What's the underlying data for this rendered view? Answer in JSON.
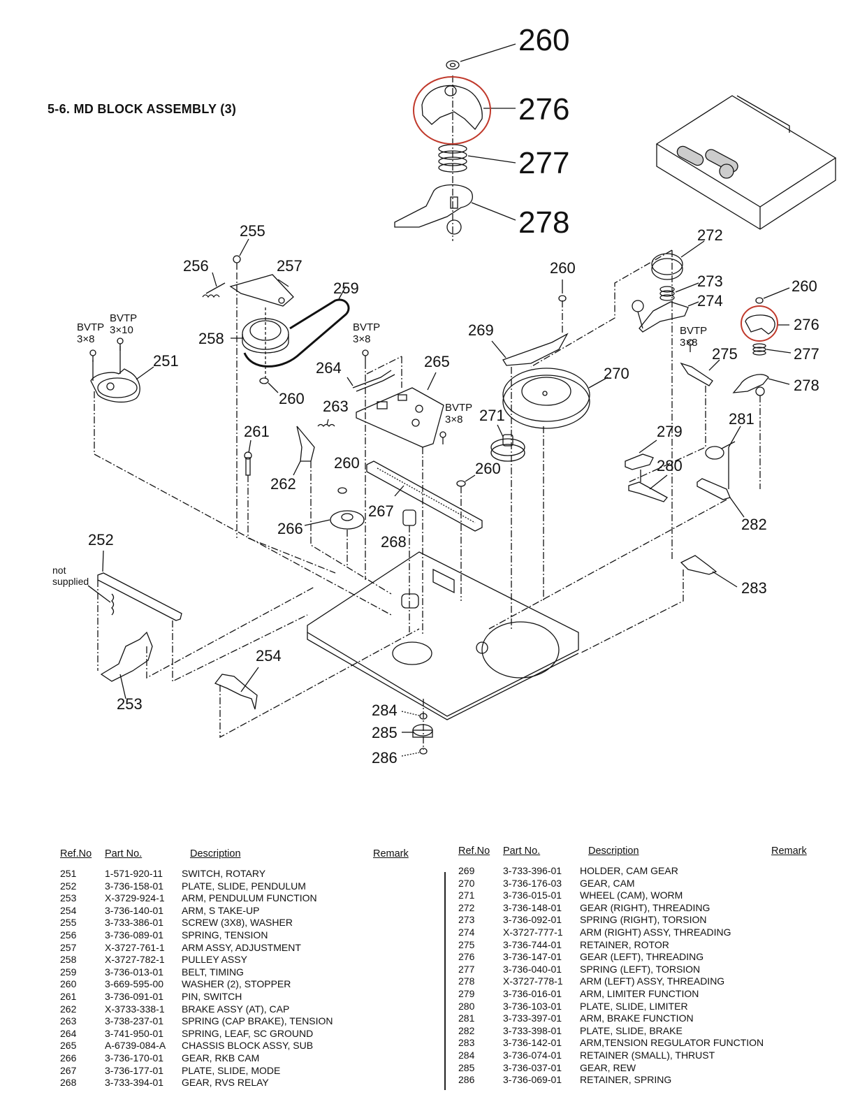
{
  "page": {
    "section_title": "5-6.  MD BLOCK ASSEMBLY (3)",
    "highlight_color": "#c0392b",
    "highlighted_part": "276"
  },
  "diagram": {
    "inset_labels": [
      "260",
      "276",
      "277",
      "278"
    ],
    "labels": {
      "251": "251",
      "252": "252",
      "253": "253",
      "254": "254",
      "255": "255",
      "256": "256",
      "257": "257",
      "258": "258",
      "259": "259",
      "260a": "260",
      "260b": "260",
      "260c": "260",
      "260d": "260",
      "260e": "260",
      "261": "261",
      "262": "262",
      "263": "263",
      "264": "264",
      "265": "265",
      "266": "266",
      "267": "267",
      "268": "268",
      "269": "269",
      "270": "270",
      "271": "271",
      "272": "272",
      "273": "273",
      "274": "274",
      "275": "275",
      "276": "276",
      "277": "277",
      "278": "278",
      "279": "279",
      "280": "280",
      "281": "281",
      "282": "282",
      "283": "283",
      "284": "284",
      "285": "285",
      "286": "286"
    },
    "screws": [
      {
        "type": "BVTP",
        "size": "3×8"
      },
      {
        "type": "BVTP",
        "size": "3×10"
      },
      {
        "type": "BVTP",
        "size": "3×8"
      },
      {
        "type": "BVTP",
        "size": "3×8"
      },
      {
        "type": "BVTP",
        "size": "3×8"
      }
    ],
    "not_supplied_note": "not\nsupplied"
  },
  "table": {
    "headers": {
      "ref": "Ref.No",
      "part": "Part No.",
      "desc": "Description",
      "remark": "Remark"
    },
    "left": [
      {
        "ref": "251",
        "part": "1-571-920-11",
        "desc": "SWITCH, ROTARY"
      },
      {
        "ref": "252",
        "part": "3-736-158-01",
        "desc": "PLATE, SLIDE, PENDULUM"
      },
      {
        "ref": "253",
        "part": "X-3729-924-1",
        "desc": "ARM, PENDULUM FUNCTION"
      },
      {
        "ref": "254",
        "part": "3-736-140-01",
        "desc": "ARM, S TAKE-UP"
      },
      {
        "ref": "255",
        "part": "3-733-386-01",
        "desc": "SCREW (3X8), WASHER"
      },
      {
        "ref": "256",
        "part": "3-736-089-01",
        "desc": "SPRING, TENSION"
      },
      {
        "ref": "257",
        "part": "X-3727-761-1",
        "desc": "ARM ASSY, ADJUSTMENT"
      },
      {
        "ref": "258",
        "part": "X-3727-782-1",
        "desc": "PULLEY ASSY"
      },
      {
        "ref": "259",
        "part": "3-736-013-01",
        "desc": "BELT, TIMING"
      },
      {
        "ref": "260",
        "part": "3-669-595-00",
        "desc": "WASHER (2), STOPPER"
      },
      {
        "ref": "261",
        "part": "3-736-091-01",
        "desc": "PIN, SWITCH"
      },
      {
        "ref": "262",
        "part": "X-3733-338-1",
        "desc": "BRAKE ASSY (AT), CAP"
      },
      {
        "ref": "263",
        "part": "3-738-237-01",
        "desc": "SPRING (CAP BRAKE), TENSION"
      },
      {
        "ref": "264",
        "part": "3-741-950-01",
        "desc": "SPRING, LEAF, SC GROUND"
      },
      {
        "ref": "265",
        "part": "A-6739-084-A",
        "desc": "CHASSIS BLOCK ASSY, SUB"
      },
      {
        "ref": "266",
        "part": "3-736-170-01",
        "desc": "GEAR, RKB CAM"
      },
      {
        "ref": "267",
        "part": "3-736-177-01",
        "desc": "PLATE, SLIDE, MODE"
      },
      {
        "ref": "268",
        "part": "3-733-394-01",
        "desc": "GEAR, RVS RELAY"
      }
    ],
    "right": [
      {
        "ref": "269",
        "part": "3-733-396-01",
        "desc": "HOLDER, CAM GEAR"
      },
      {
        "ref": "270",
        "part": "3-736-176-03",
        "desc": "GEAR, CAM"
      },
      {
        "ref": "271",
        "part": "3-736-015-01",
        "desc": "WHEEL (CAM), WORM"
      },
      {
        "ref": "272",
        "part": "3-736-148-01",
        "desc": "GEAR (RIGHT), THREADING"
      },
      {
        "ref": "273",
        "part": "3-736-092-01",
        "desc": "SPRING (RIGHT), TORSION"
      },
      {
        "ref": "274",
        "part": "X-3727-777-1",
        "desc": "ARM (RIGHT) ASSY, THREADING"
      },
      {
        "ref": "275",
        "part": "3-736-744-01",
        "desc": "RETAINER, ROTOR"
      },
      {
        "ref": "276",
        "part": "3-736-147-01",
        "desc": "GEAR (LEFT), THREADING"
      },
      {
        "ref": "277",
        "part": "3-736-040-01",
        "desc": "SPRING (LEFT), TORSION"
      },
      {
        "ref": "278",
        "part": "X-3727-778-1",
        "desc": "ARM (LEFT) ASSY, THREADING"
      },
      {
        "ref": "279",
        "part": "3-736-016-01",
        "desc": "ARM, LIMITER FUNCTION"
      },
      {
        "ref": "280",
        "part": "3-736-103-01",
        "desc": "PLATE, SLIDE, LIMITER"
      },
      {
        "ref": "281",
        "part": "3-733-397-01",
        "desc": "ARM, BRAKE FUNCTION"
      },
      {
        "ref": "282",
        "part": "3-733-398-01",
        "desc": "PLATE, SLIDE, BRAKE"
      },
      {
        "ref": "283",
        "part": "3-736-142-01",
        "desc": "ARM,TENSION REGULATOR FUNCTION"
      },
      {
        "ref": "284",
        "part": "3-736-074-01",
        "desc": "RETAINER (SMALL), THRUST"
      },
      {
        "ref": "285",
        "part": "3-736-037-01",
        "desc": "GEAR, REW"
      },
      {
        "ref": "286",
        "part": "3-736-069-01",
        "desc": "RETAINER, SPRING"
      }
    ]
  }
}
